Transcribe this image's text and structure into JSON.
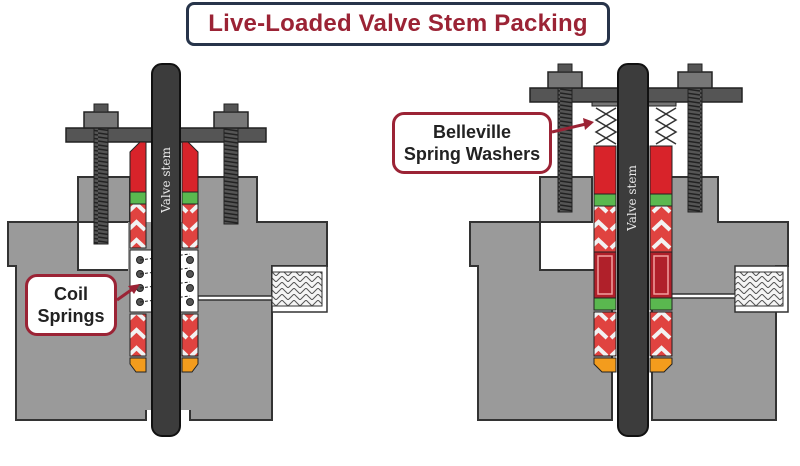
{
  "title": "Live-Loaded Valve Stem Packing",
  "callouts": {
    "coil_line1": "Coil",
    "coil_line2": "Springs",
    "belleville_line1": "Belleville",
    "belleville_line2": "Spring Washers"
  },
  "stem_label": "Valve stem",
  "colors": {
    "title_text": "#9b2335",
    "title_border": "#27344a",
    "callout_border": "#9b2335",
    "body_gray": "#9a9a9a",
    "stem_dark": "#3c3c3c",
    "packing_red": "#d8232a",
    "ring_green": "#5ab84f",
    "ring_orange": "#f39c1d",
    "chevron_light": "#ececec",
    "chevron_dark": "#c0392b"
  }
}
